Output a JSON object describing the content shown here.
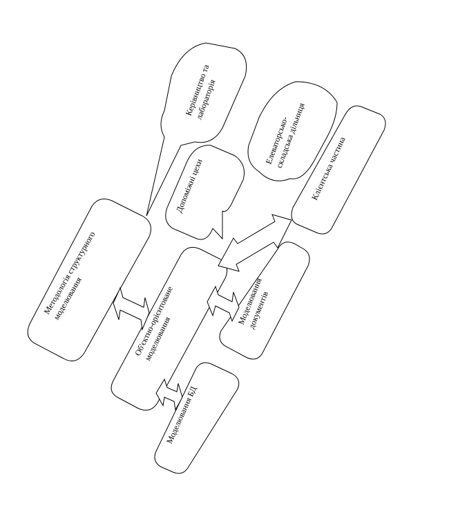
{
  "nodes": {
    "management": [
      "Керівництво та",
      "лабораторія"
    ],
    "elevator": [
      "Елеваторсько-",
      "складська дільниця"
    ],
    "client": [
      "Клієнтська частина"
    ],
    "auxiliary": [
      "Допоміжні цехи"
    ],
    "methodology": [
      "Методологія структурного",
      "моделювання"
    ],
    "object_oriented": [
      "Об'єктно-орієнтоване",
      "моделювання"
    ],
    "documents": [
      "Моделювання",
      "документів"
    ],
    "database": [
      "Моделювання БД"
    ]
  }
}
